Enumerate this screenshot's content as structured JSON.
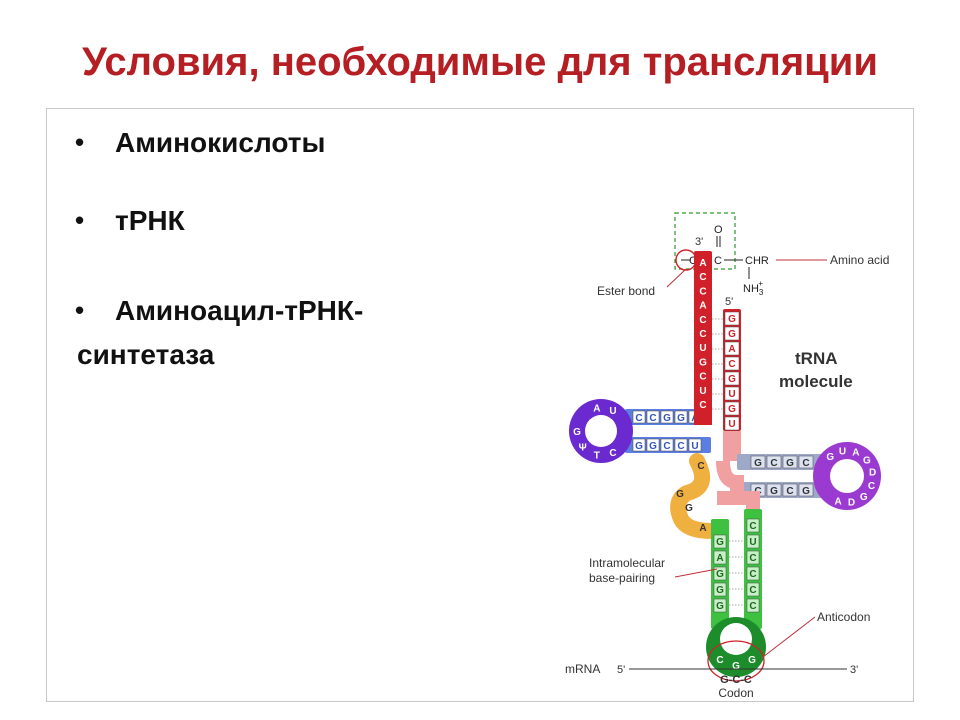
{
  "title": "Условия, необходимые для трансляции",
  "bullets": [
    {
      "text": "Аминокислоты"
    },
    {
      "text": "тРНК"
    },
    {
      "text": "Аминоацил-тРНК-",
      "continuation": "синтетаза"
    }
  ],
  "bullet_glyph": "•",
  "diagram": {
    "colors": {
      "acceptor": "#d0202a",
      "acceptor_light": "#f0a0a0",
      "d_arm_stem": "#5b7ee0",
      "d_loop": "#6a2ad0",
      "t_arm_stem": "#9ea8c8",
      "t_loop": "#9a3ad0",
      "variable": "#f0b040",
      "anticodon_stem": "#3ec040",
      "anticodon_loop": "#1d8c2a"
    },
    "labels": {
      "three_prime": "3'",
      "five_prime": "5'",
      "ester_bond": "Ester bond",
      "amino_acid": "Amino acid",
      "trna_molecule_1": "tRNA",
      "trna_molecule_2": "molecule",
      "intramolecular_1": "Intramolecular",
      "intramolecular_2": "base-pairing",
      "anticodon": "Anticodon",
      "mrna": "mRNA",
      "mrna_5": "5'",
      "mrna_3": "3'",
      "codon": "Codon",
      "codon_seq": "G-C-C",
      "carbonyl_o": "O",
      "o_atom": "O",
      "c_atom": "C",
      "chr_group": "CHR",
      "nh3_group": "NH",
      "nh3_sub": "3",
      "nh3_sup": "+"
    },
    "acceptor_3_bases": [
      "A",
      "C",
      "C",
      "A",
      "C",
      "C",
      "U",
      "G",
      "C",
      "U",
      "C"
    ],
    "acceptor_5_bases": [
      "G",
      "G",
      "A",
      "C",
      "G",
      "U",
      "G",
      "U"
    ],
    "d_stem_top": [
      "C",
      "C",
      "G",
      "G",
      "A"
    ],
    "d_stem_bottom": [
      "G",
      "G",
      "C",
      "C",
      "U"
    ],
    "d_loop_bases": [
      "A",
      "U",
      "G",
      "Ψ",
      "T",
      "C"
    ],
    "t_stem_top": [
      "G",
      "C",
      "G",
      "C"
    ],
    "t_stem_bottom": [
      "C",
      "G",
      "C",
      "G"
    ],
    "t_loop_bases": [
      "G",
      "U",
      "A",
      "G",
      "D",
      "C",
      "G",
      "D",
      "A"
    ],
    "variable_bases": [
      "C",
      "G",
      "G",
      "A"
    ],
    "ac_stem_left": [
      "G",
      "A",
      "G",
      "G",
      "G"
    ],
    "ac_stem_right": [
      "C",
      "U",
      "C",
      "C",
      "C",
      "C"
    ],
    "anticodon_bases": [
      "C",
      "G",
      "G"
    ]
  }
}
